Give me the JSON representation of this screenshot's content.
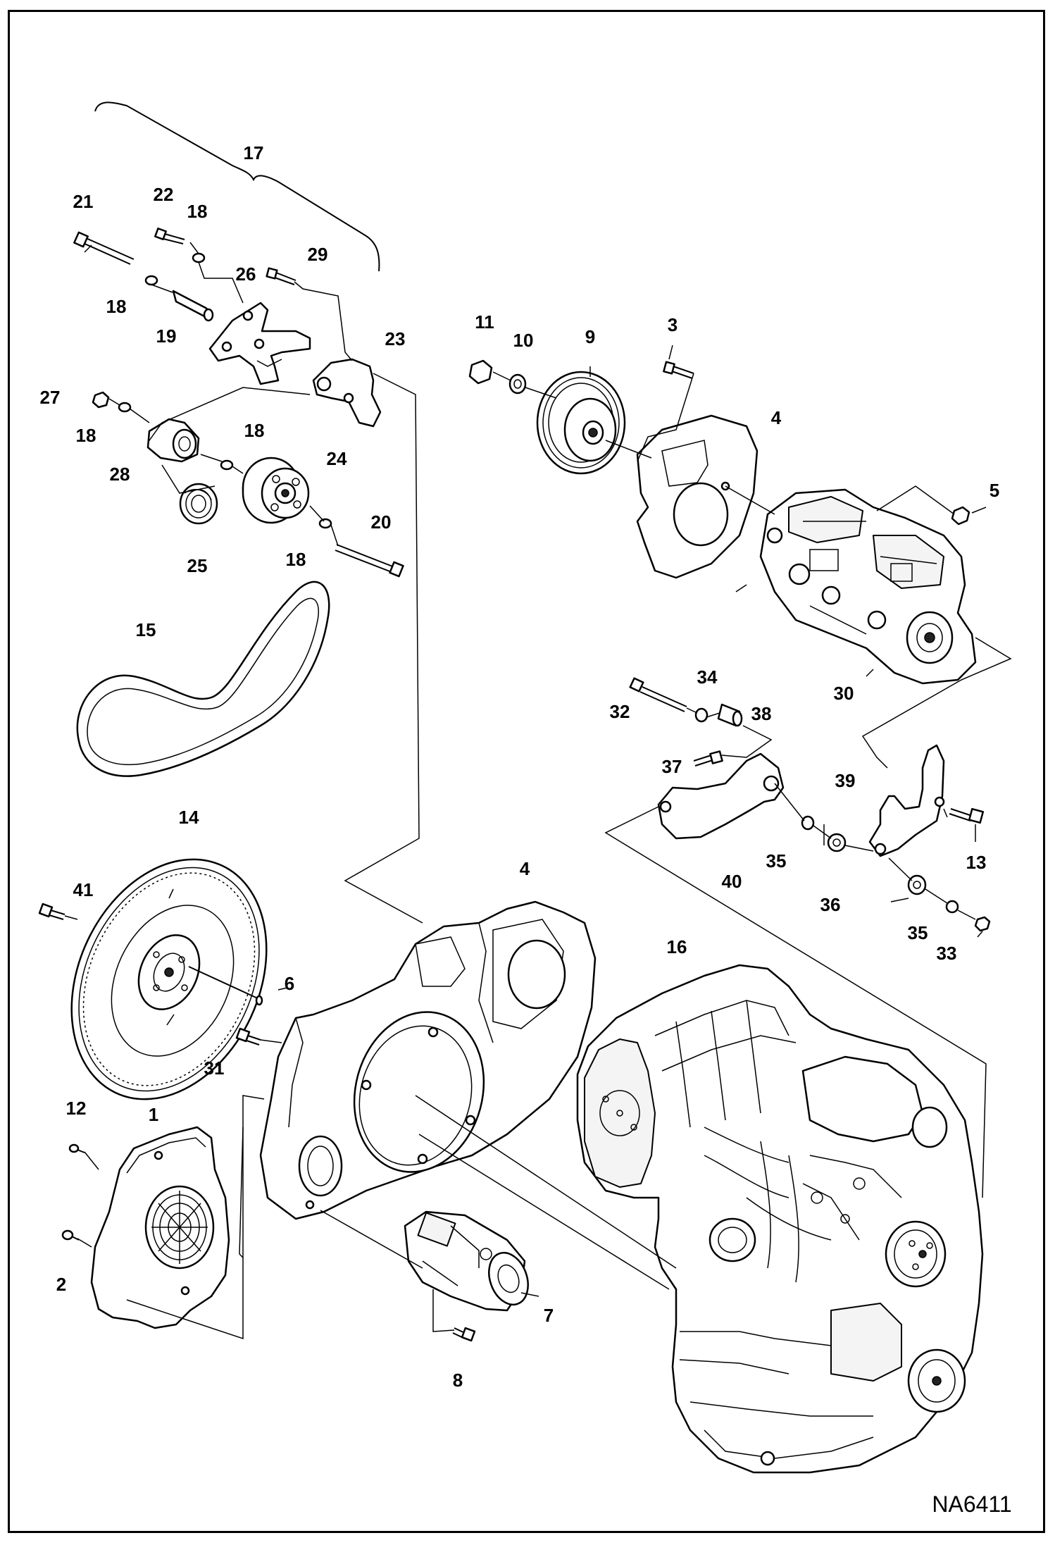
{
  "drawing": {
    "reference_code": "NA6411"
  },
  "labels": {
    "p1": "1",
    "p2": "2",
    "p3": "3",
    "p4a": "4",
    "p4b": "4",
    "p5": "5",
    "p6": "6",
    "p7": "7",
    "p8": "8",
    "p9": "9",
    "p10": "10",
    "p11": "11",
    "p12": "12",
    "p13": "13",
    "p14": "14",
    "p15": "15",
    "p16": "16",
    "p17": "17",
    "p18a": "18",
    "p18b": "18",
    "p18c": "18",
    "p18d": "18",
    "p18e": "18",
    "p19": "19",
    "p20": "20",
    "p21": "21",
    "p22": "22",
    "p23": "23",
    "p24": "24",
    "p25": "25",
    "p26": "26",
    "p27": "27",
    "p28": "28",
    "p29": "29",
    "p30": "30",
    "p31": "31",
    "p32": "32",
    "p33": "33",
    "p34": "34",
    "p35a": "35",
    "p35b": "35",
    "p36": "36",
    "p37": "37",
    "p38": "38",
    "p39": "39",
    "p40": "40",
    "p41": "41"
  }
}
